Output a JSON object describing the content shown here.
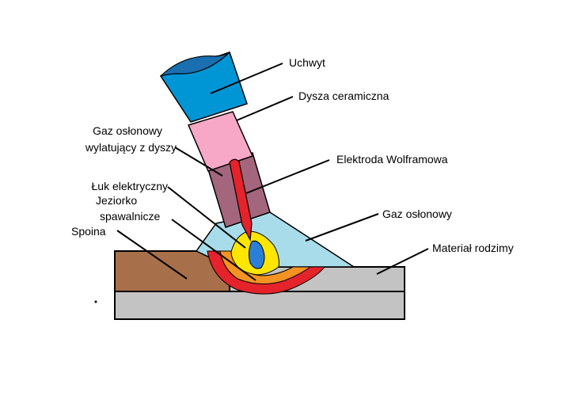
{
  "labels": {
    "uchwyt": "Uchwyt",
    "dysza": "Dysza ceramiczna",
    "gaz_dysza_1": "Gaz osłonowy",
    "gaz_dysza_2": "wylatujący z dyszy",
    "elektroda": "Elektroda Wolframowa",
    "luk": "Łuk elektryczny",
    "jeziorko_1": "Jeziorko",
    "jeziorko_2": "spawalnicze",
    "gaz_oslonowy": "Gaz osłonowy",
    "spoina": "Spoina",
    "material": "Materiał rodzimy"
  },
  "colors": {
    "handle": "#0096d6",
    "handle_top": "#1a6fb0",
    "nozzle": "#f7a8c6",
    "nozzle_dark": "#a4667c",
    "electrode": "#e4232b",
    "shield_gas": "#a9dcea",
    "base_top": "#a8704a",
    "base_bottom": "#c3c3c3",
    "weld_red": "#e4232b",
    "weld_orange": "#f39322",
    "weld_yellow": "#ffe600",
    "arc_blue": "#2b7fd6",
    "outline": "#000000"
  },
  "icons": [
    "tig-torch-illustration"
  ]
}
